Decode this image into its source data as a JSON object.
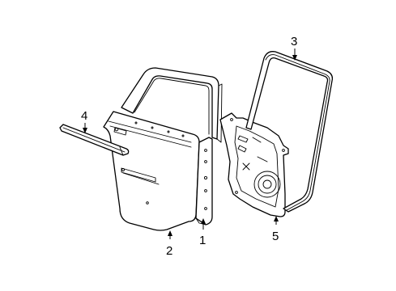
{
  "callouts": [
    {
      "id": "c1",
      "label": "1",
      "part": "door-shell"
    },
    {
      "id": "c2",
      "label": "2",
      "part": "door-outer-panel"
    },
    {
      "id": "c3",
      "label": "3",
      "part": "door-weatherstrip"
    },
    {
      "id": "c4",
      "label": "4",
      "part": "belt-molding"
    },
    {
      "id": "c5",
      "label": "5",
      "part": "water-shield"
    }
  ]
}
